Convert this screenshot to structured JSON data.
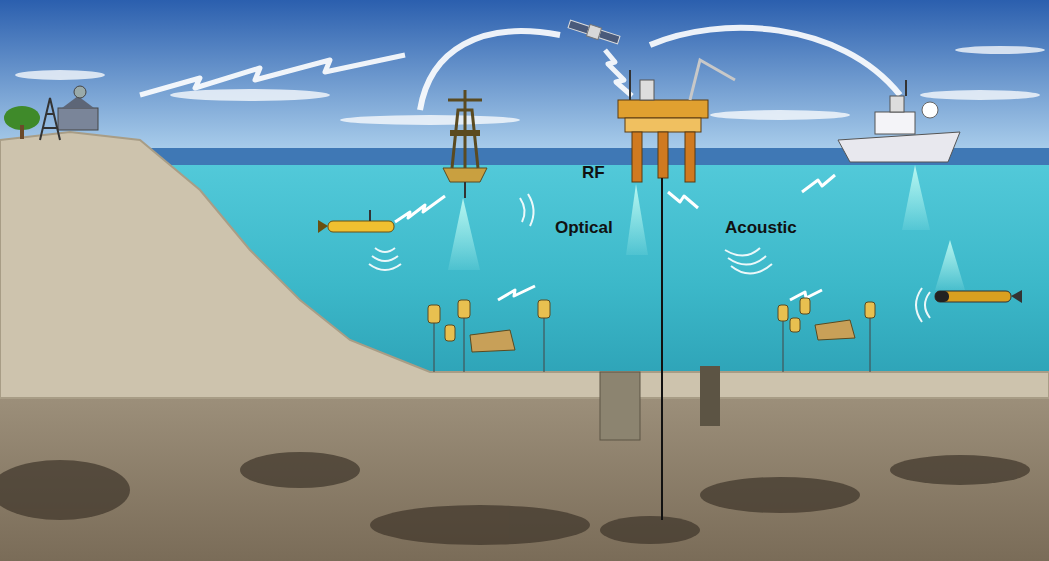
{
  "diagram": {
    "labels": [
      "RF",
      "Optical",
      "Acoustic"
    ]
  }
}
